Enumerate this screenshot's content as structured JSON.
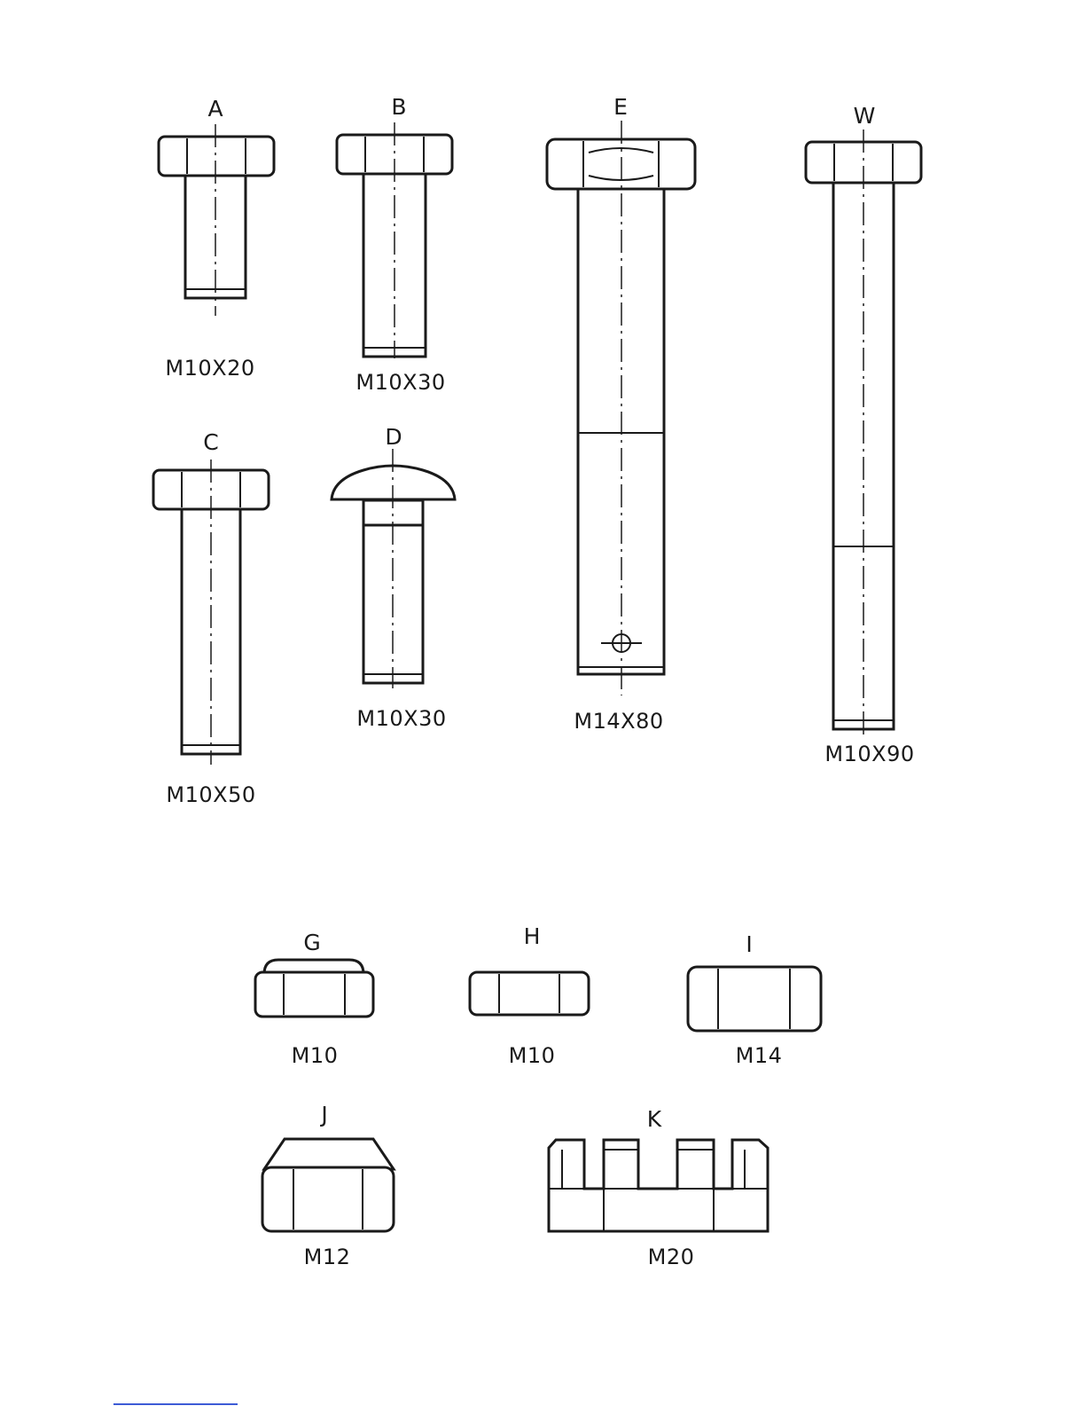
{
  "parts": [
    {
      "id": "bolt-a",
      "letter": "A",
      "size": "M10X20"
    },
    {
      "id": "bolt-b",
      "letter": "B",
      "size": "M10X30"
    },
    {
      "id": "bolt-e",
      "letter": "E",
      "size": "M14X80"
    },
    {
      "id": "bolt-w",
      "letter": "W",
      "size": "M10X90"
    },
    {
      "id": "bolt-c",
      "letter": "C",
      "size": "M10X50"
    },
    {
      "id": "bolt-d",
      "letter": "D",
      "size": "M10X30"
    },
    {
      "id": "nut-g",
      "letter": "G",
      "size": "M10"
    },
    {
      "id": "nut-h",
      "letter": "H",
      "size": "M10"
    },
    {
      "id": "nut-i",
      "letter": "I",
      "size": "M14"
    },
    {
      "id": "nut-j",
      "letter": "J",
      "size": "M12"
    },
    {
      "id": "nut-k",
      "letter": "K",
      "size": "M20"
    }
  ]
}
